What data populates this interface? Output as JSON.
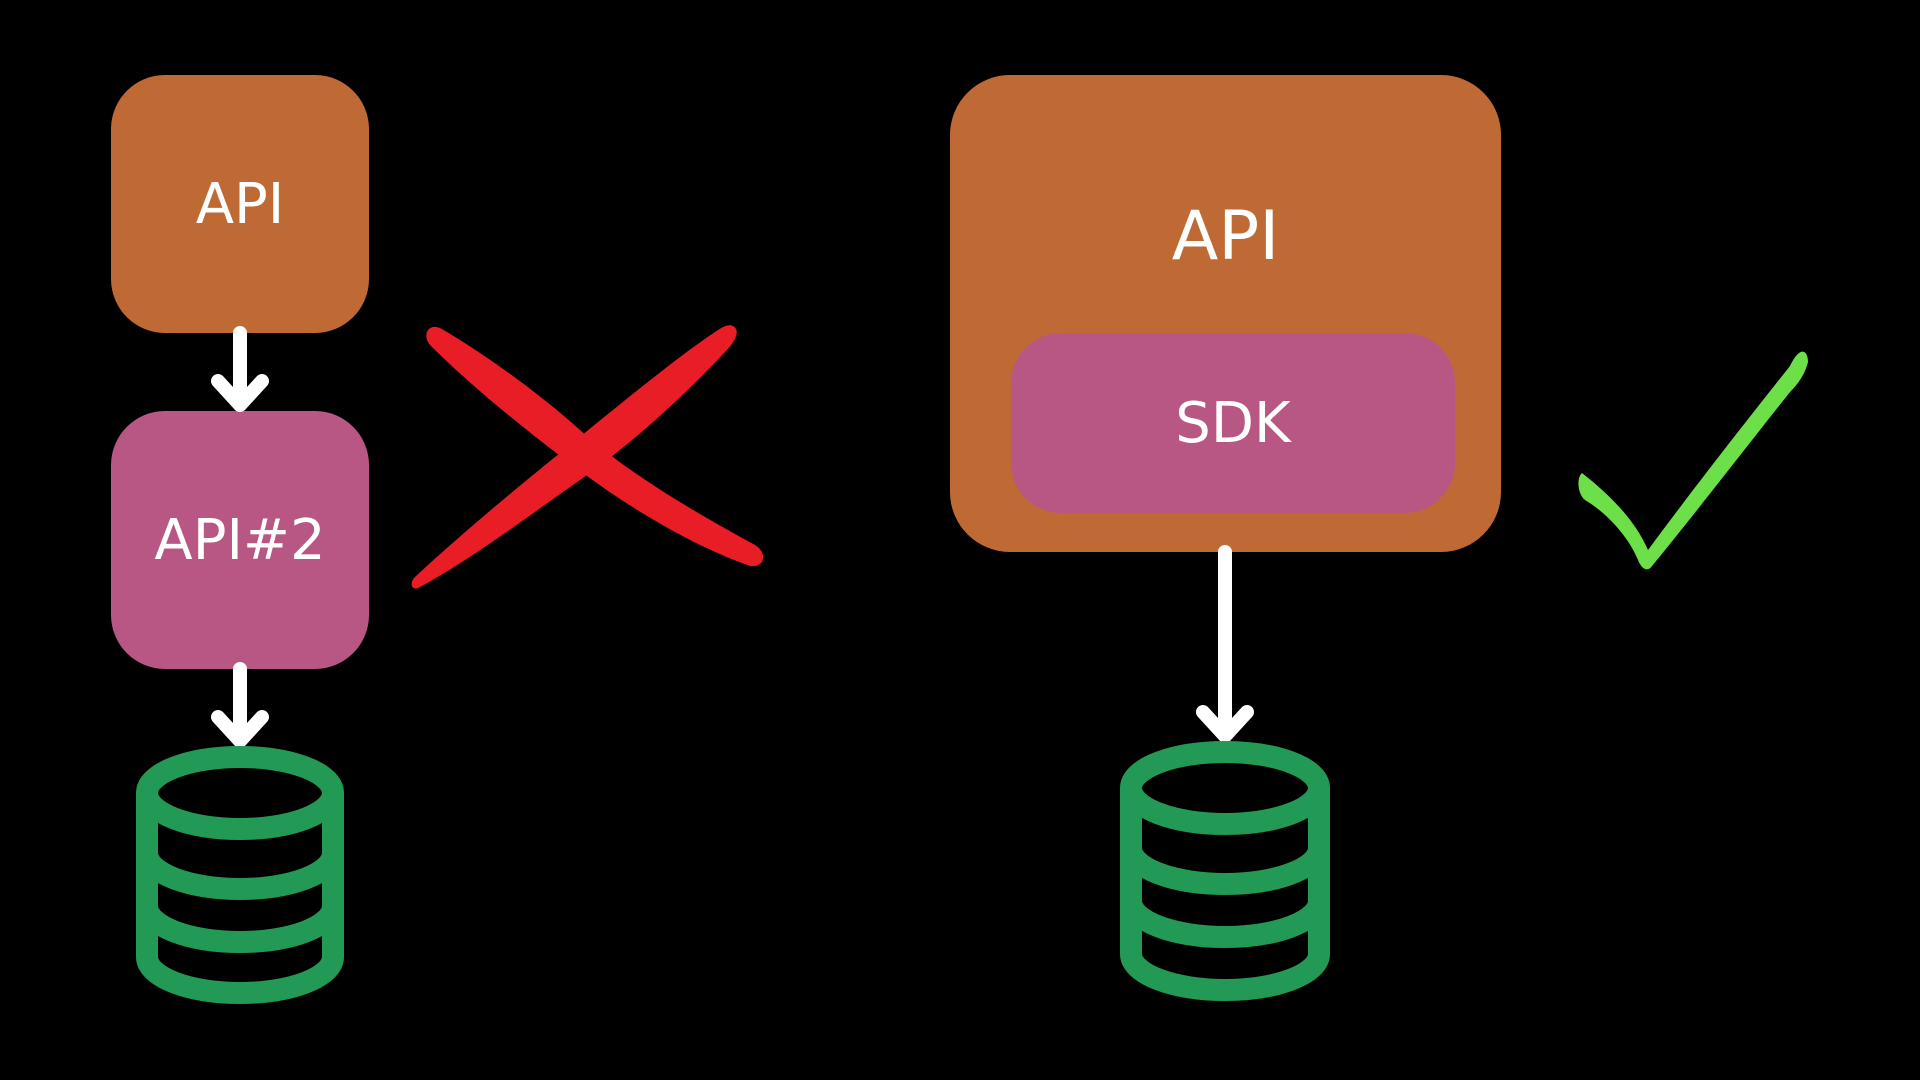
{
  "colors": {
    "background": "#000000",
    "api_box": "#BF6A35",
    "secondary_box": "#B85783",
    "database": "#229954",
    "arrow": "#FFFFFF",
    "cross": "#E81D26",
    "check": "#6DDF48"
  },
  "left_diagram": {
    "api_label": "API",
    "api2_label": "API#2",
    "verdict_icon": "cross-mark-icon"
  },
  "right_diagram": {
    "api_label": "API",
    "sdk_label": "SDK",
    "verdict_icon": "check-mark-icon"
  }
}
